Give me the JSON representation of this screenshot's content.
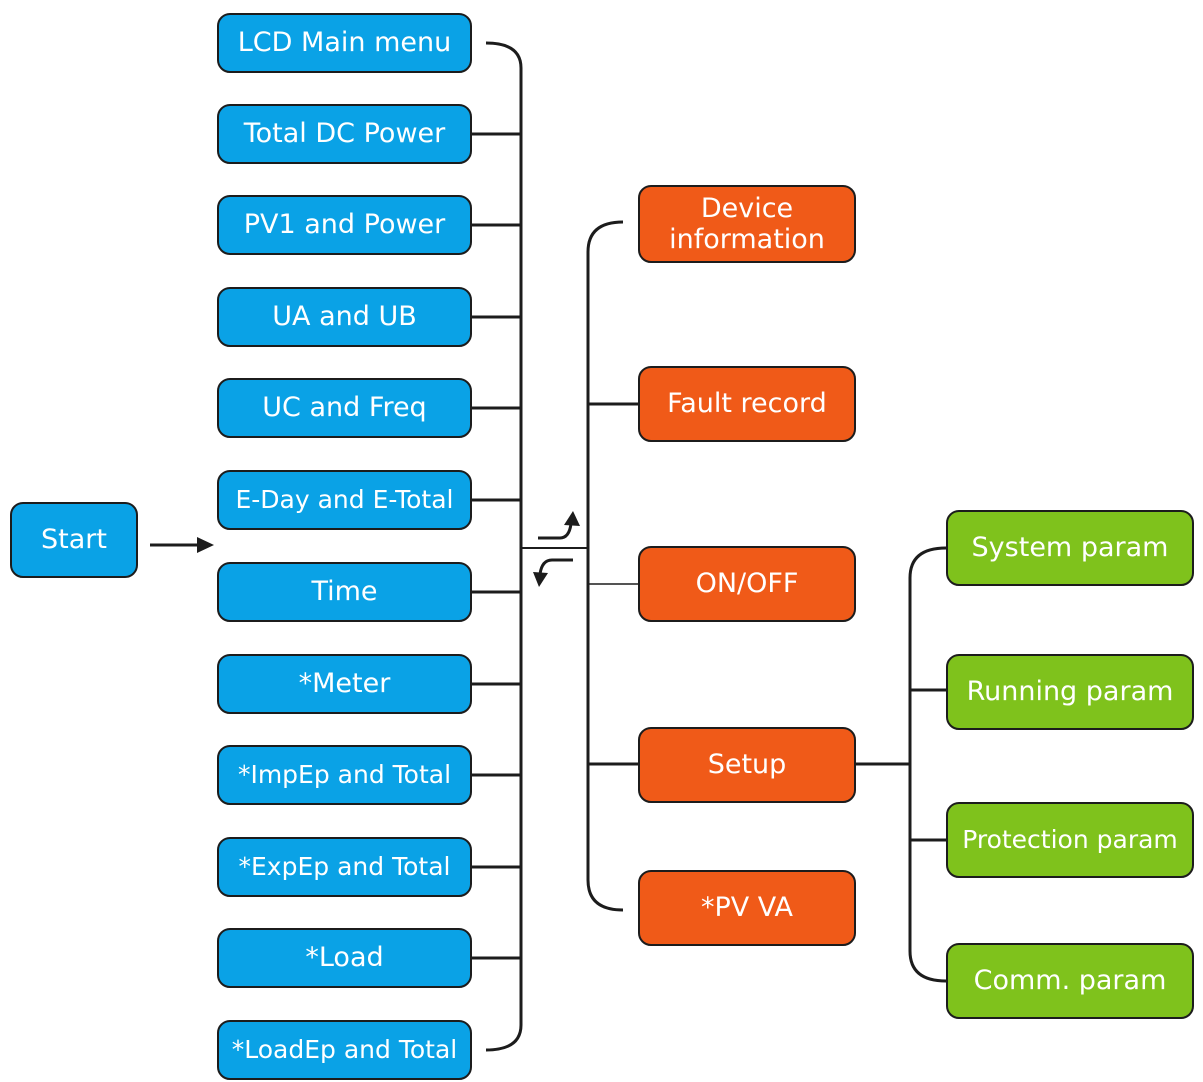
{
  "start": {
    "label": "Start"
  },
  "main_menu": [
    "LCD Main menu",
    "Total DC Power",
    "PV1 and Power",
    "UA and UB",
    "UC and Freq",
    "E-Day and E-Total",
    "Time",
    "*Meter",
    "*ImpEp and Total",
    "*ExpEp and Total",
    "*Load",
    "*LoadEp and Total"
  ],
  "sub_menu": [
    "Device\ninformation",
    "Fault record",
    "ON/OFF",
    "Setup",
    "*PV  VA"
  ],
  "setup_menu": [
    "System param",
    "Running param",
    "Protection param",
    "Comm. param"
  ],
  "colors": {
    "main": "#0aa2e6",
    "sub": "#f05a18",
    "setup": "#7fc21c",
    "line": "#1c1c1c"
  }
}
